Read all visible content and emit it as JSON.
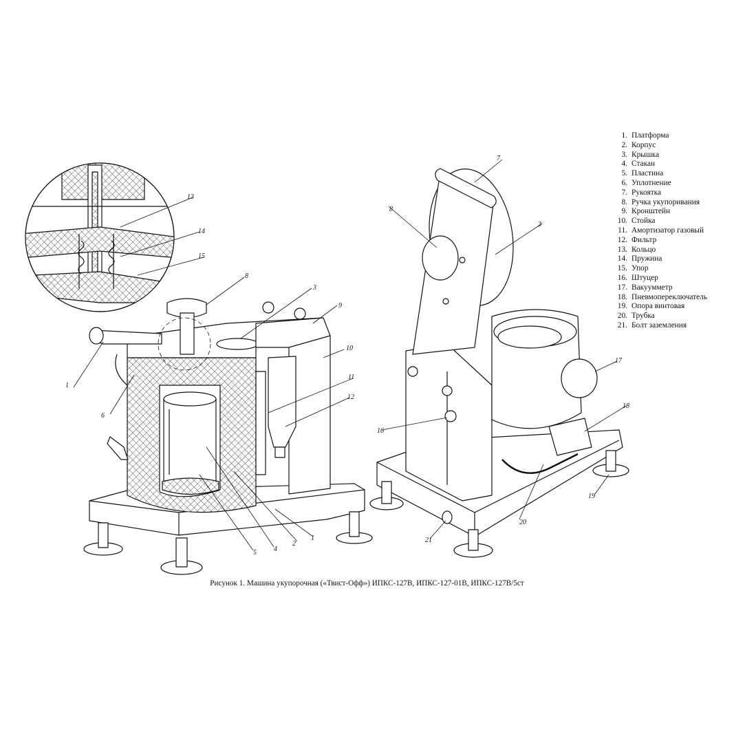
{
  "legend": [
    {
      "num": "1.",
      "label": "Платформа"
    },
    {
      "num": "2.",
      "label": "Корпус"
    },
    {
      "num": "3.",
      "label": "Крышка"
    },
    {
      "num": "4.",
      "label": "Стакан"
    },
    {
      "num": "5.",
      "label": "Пластина"
    },
    {
      "num": "6.",
      "label": "Уплотнение"
    },
    {
      "num": "7.",
      "label": "Рукоятка"
    },
    {
      "num": "8.",
      "label": "Ручка укупоривания"
    },
    {
      "num": "9.",
      "label": "Кронштейн"
    },
    {
      "num": "10.",
      "label": "Стойка"
    },
    {
      "num": "11.",
      "label": "Амортизатор газовый"
    },
    {
      "num": "12.",
      "label": "Фильтр"
    },
    {
      "num": "13.",
      "label": "Кольцо"
    },
    {
      "num": "14.",
      "label": "Пружина"
    },
    {
      "num": "15.",
      "label": "Упор"
    },
    {
      "num": "16.",
      "label": "Штуцер"
    },
    {
      "num": "17.",
      "label": "Вакуумметр"
    },
    {
      "num": "18.",
      "label": "Пневмопереключатель"
    },
    {
      "num": "19.",
      "label": "Опора винтовая"
    },
    {
      "num": "20.",
      "label": "Трубка"
    },
    {
      "num": "21.",
      "label": "Болт заземления"
    }
  ],
  "caption": "Рисунок 1. Машина укупорочная («Твист-Офф») ИПКС-127В, ИПКС-127-01В, ИПКС-127В/5ст",
  "callouts": {
    "left": [
      "1",
      "6",
      "8",
      "3",
      "9",
      "10",
      "11",
      "12",
      "5",
      "4",
      "2",
      "1",
      "13",
      "14",
      "15"
    ],
    "right": [
      "7",
      "8",
      "3",
      "16",
      "17",
      "18",
      "19",
      "20",
      "21"
    ]
  }
}
